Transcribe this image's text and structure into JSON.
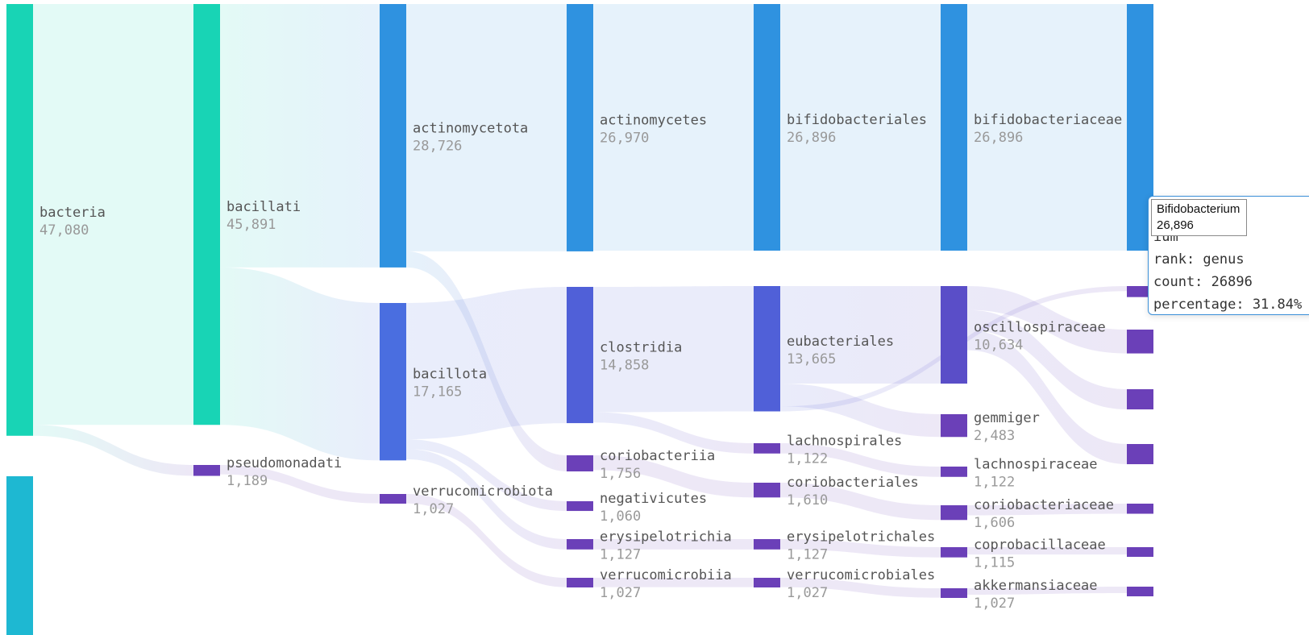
{
  "chart_data": {
    "type": "sankey",
    "nodes": [
      {
        "id": "bacteria",
        "name": "bacteria",
        "value": 47080,
        "value_label": "47,080",
        "depth": 0,
        "color": "#18d4b5"
      },
      {
        "id": "other-root",
        "name": "",
        "value": 16000,
        "value_label": "",
        "depth": 0,
        "color": "#1eb8d2"
      },
      {
        "id": "bacillati",
        "name": "bacillati",
        "value": 45891,
        "value_label": "45,891",
        "depth": 1,
        "color": "#18d4b5"
      },
      {
        "id": "pseudomonadati",
        "name": "pseudomonadati",
        "value": 1189,
        "value_label": "1,189",
        "depth": 1,
        "color": "#6b40b8"
      },
      {
        "id": "actinomycetota",
        "name": "actinomycetota",
        "value": 28726,
        "value_label": "28,726",
        "depth": 2,
        "color": "#2f92e0"
      },
      {
        "id": "bacillota",
        "name": "bacillota",
        "value": 17165,
        "value_label": "17,165",
        "depth": 2,
        "color": "#4a6ee0"
      },
      {
        "id": "verrucomicrobiota",
        "name": "verrucomicrobiota",
        "value": 1027,
        "value_label": "1,027",
        "depth": 2,
        "color": "#6b40b8"
      },
      {
        "id": "actinomycetes",
        "name": "actinomycetes",
        "value": 26970,
        "value_label": "26,970",
        "depth": 3,
        "color": "#2f92e0"
      },
      {
        "id": "clostridia",
        "name": "clostridia",
        "value": 14858,
        "value_label": "14,858",
        "depth": 3,
        "color": "#5060d8"
      },
      {
        "id": "coriobacteriia",
        "name": "coriobacteriia",
        "value": 1756,
        "value_label": "1,756",
        "depth": 3,
        "color": "#6b40b8"
      },
      {
        "id": "negativicutes",
        "name": "negativicutes",
        "value": 1060,
        "value_label": "1,060",
        "depth": 3,
        "color": "#6b40b8"
      },
      {
        "id": "erysipelotrichia",
        "name": "erysipelotrichia",
        "value": 1127,
        "value_label": "1,127",
        "depth": 3,
        "color": "#6b40b8"
      },
      {
        "id": "verrucomicrobiia",
        "name": "verrucomicrobiia",
        "value": 1027,
        "value_label": "1,027",
        "depth": 3,
        "color": "#6b40b8"
      },
      {
        "id": "bifidobacteriales",
        "name": "bifidobacteriales",
        "value": 26896,
        "value_label": "26,896",
        "depth": 4,
        "color": "#2f92e0"
      },
      {
        "id": "eubacteriales",
        "name": "eubacteriales",
        "value": 13665,
        "value_label": "13,665",
        "depth": 4,
        "color": "#5060d8"
      },
      {
        "id": "lachnospirales",
        "name": "lachnospirales",
        "value": 1122,
        "value_label": "1,122",
        "depth": 4,
        "color": "#6b40b8"
      },
      {
        "id": "coriobacteriales",
        "name": "coriobacteriales",
        "value": 1610,
        "value_label": "1,610",
        "depth": 4,
        "color": "#6b40b8"
      },
      {
        "id": "erysipelotrichales",
        "name": "erysipelotrichales",
        "value": 1127,
        "value_label": "1,127",
        "depth": 4,
        "color": "#6b40b8"
      },
      {
        "id": "verrucomicrobiales",
        "name": "verrucomicrobiales",
        "value": 1027,
        "value_label": "1,027",
        "depth": 4,
        "color": "#6b40b8"
      },
      {
        "id": "bifidobacteriaceae",
        "name": "bifidobacteriaceae",
        "value": 26896,
        "value_label": "26,896",
        "depth": 5,
        "color": "#2f92e0"
      },
      {
        "id": "oscillospiraceae",
        "name": "oscillospiraceae",
        "value": 10634,
        "value_label": "10,634",
        "depth": 5,
        "color": "#5a4ec8"
      },
      {
        "id": "gemmiger",
        "name": "gemmiger",
        "value": 2483,
        "value_label": "2,483",
        "depth": 5,
        "color": "#6b40b8"
      },
      {
        "id": "lachnospiraceae",
        "name": "lachnospiraceae",
        "value": 1122,
        "value_label": "1,122",
        "depth": 5,
        "color": "#6b40b8"
      },
      {
        "id": "coriobacteriaceae",
        "name": "coriobacteriaceae",
        "value": 1606,
        "value_label": "1,606",
        "depth": 5,
        "color": "#6b40b8"
      },
      {
        "id": "coprobacillaceae",
        "name": "coprobacillaceae",
        "value": 1115,
        "value_label": "1,115",
        "depth": 5,
        "color": "#6b40b8"
      },
      {
        "id": "akkermansiaceae",
        "name": "akkermansiaceae",
        "value": 1027,
        "value_label": "1,027",
        "depth": 5,
        "color": "#6b40b8"
      },
      {
        "id": "bifidobacterium",
        "name": "",
        "value": 26896,
        "value_label": "",
        "depth": 6,
        "color": "#2f92e0"
      },
      {
        "id": "genus-2",
        "name": "",
        "value": 1200,
        "value_label": "",
        "depth": 6,
        "color": "#6b40b8"
      },
      {
        "id": "genus-3",
        "name": "",
        "value": 2600,
        "value_label": "",
        "depth": 6,
        "color": "#6b40b8"
      },
      {
        "id": "genus-4",
        "name": "",
        "value": 2200,
        "value_label": "",
        "depth": 6,
        "color": "#6b40b8"
      },
      {
        "id": "genus-5",
        "name": "",
        "value": 2200,
        "value_label": "",
        "depth": 6,
        "color": "#6b40b8"
      },
      {
        "id": "genus-6",
        "name": "",
        "value": 1100,
        "value_label": "",
        "depth": 6,
        "color": "#6b40b8"
      },
      {
        "id": "genus-7",
        "name": "",
        "value": 800,
        "value_label": "",
        "depth": 6,
        "color": "#6b40b8"
      },
      {
        "id": "genus-8",
        "name": "",
        "value": 700,
        "value_label": "",
        "depth": 6,
        "color": "#6b40b8"
      }
    ],
    "links": [
      {
        "source": "bacteria",
        "target": "bacillati",
        "value": 45891
      },
      {
        "source": "bacteria",
        "target": "pseudomonadati",
        "value": 1189
      },
      {
        "source": "bacillati",
        "target": "actinomycetota",
        "value": 28726
      },
      {
        "source": "bacillati",
        "target": "bacillota",
        "value": 17165
      },
      {
        "source": "pseudomonadati",
        "target": "verrucomicrobiota",
        "value": 1027
      },
      {
        "source": "actinomycetota",
        "target": "actinomycetes",
        "value": 26970
      },
      {
        "source": "actinomycetota",
        "target": "coriobacteriia",
        "value": 1756
      },
      {
        "source": "bacillota",
        "target": "clostridia",
        "value": 14858
      },
      {
        "source": "bacillota",
        "target": "negativicutes",
        "value": 1060
      },
      {
        "source": "bacillota",
        "target": "erysipelotrichia",
        "value": 1127
      },
      {
        "source": "verrucomicrobiota",
        "target": "verrucomicrobiia",
        "value": 1027
      },
      {
        "source": "actinomycetes",
        "target": "bifidobacteriales",
        "value": 26896
      },
      {
        "source": "clostridia",
        "target": "eubacteriales",
        "value": 13665
      },
      {
        "source": "clostridia",
        "target": "lachnospirales",
        "value": 1122
      },
      {
        "source": "coriobacteriia",
        "target": "coriobacteriales",
        "value": 1610
      },
      {
        "source": "erysipelotrichia",
        "target": "erysipelotrichales",
        "value": 1127
      },
      {
        "source": "verrucomicrobiia",
        "target": "verrucomicrobiales",
        "value": 1027
      },
      {
        "source": "bifidobacteriales",
        "target": "bifidobacteriaceae",
        "value": 26896
      },
      {
        "source": "eubacteriales",
        "target": "oscillospiraceae",
        "value": 10634
      },
      {
        "source": "eubacteriales",
        "target": "gemmiger",
        "value": 2483
      },
      {
        "source": "lachnospirales",
        "target": "lachnospiraceae",
        "value": 1122
      },
      {
        "source": "coriobacteriales",
        "target": "coriobacteriaceae",
        "value": 1606
      },
      {
        "source": "erysipelotrichales",
        "target": "coprobacillaceae",
        "value": 1115
      },
      {
        "source": "verrucomicrobiales",
        "target": "akkermansiaceae",
        "value": 1027
      },
      {
        "source": "bifidobacteriaceae",
        "target": "bifidobacterium",
        "value": 26896
      },
      {
        "source": "eubacteriales",
        "target": "genus-2",
        "value": 548
      },
      {
        "source": "oscillospiraceae",
        "target": "genus-3",
        "value": 2600
      },
      {
        "source": "oscillospiraceae",
        "target": "genus-4",
        "value": 2200
      },
      {
        "source": "oscillospiraceae",
        "target": "genus-5",
        "value": 2200
      },
      {
        "source": "coriobacteriaceae",
        "target": "genus-6",
        "value": 1100
      },
      {
        "source": "coprobacillaceae",
        "target": "genus-7",
        "value": 800
      },
      {
        "source": "akkermansiaceae",
        "target": "genus-8",
        "value": 700
      }
    ],
    "link_opacity": 0.12,
    "visible_partial_label": "ium"
  },
  "tooltip": {
    "name": "Bifidobacterium",
    "value_label": "26,896",
    "rank_line": "rank: genus",
    "count_line": "count: 26896",
    "percentage_line": "percentage: 31.84%"
  }
}
